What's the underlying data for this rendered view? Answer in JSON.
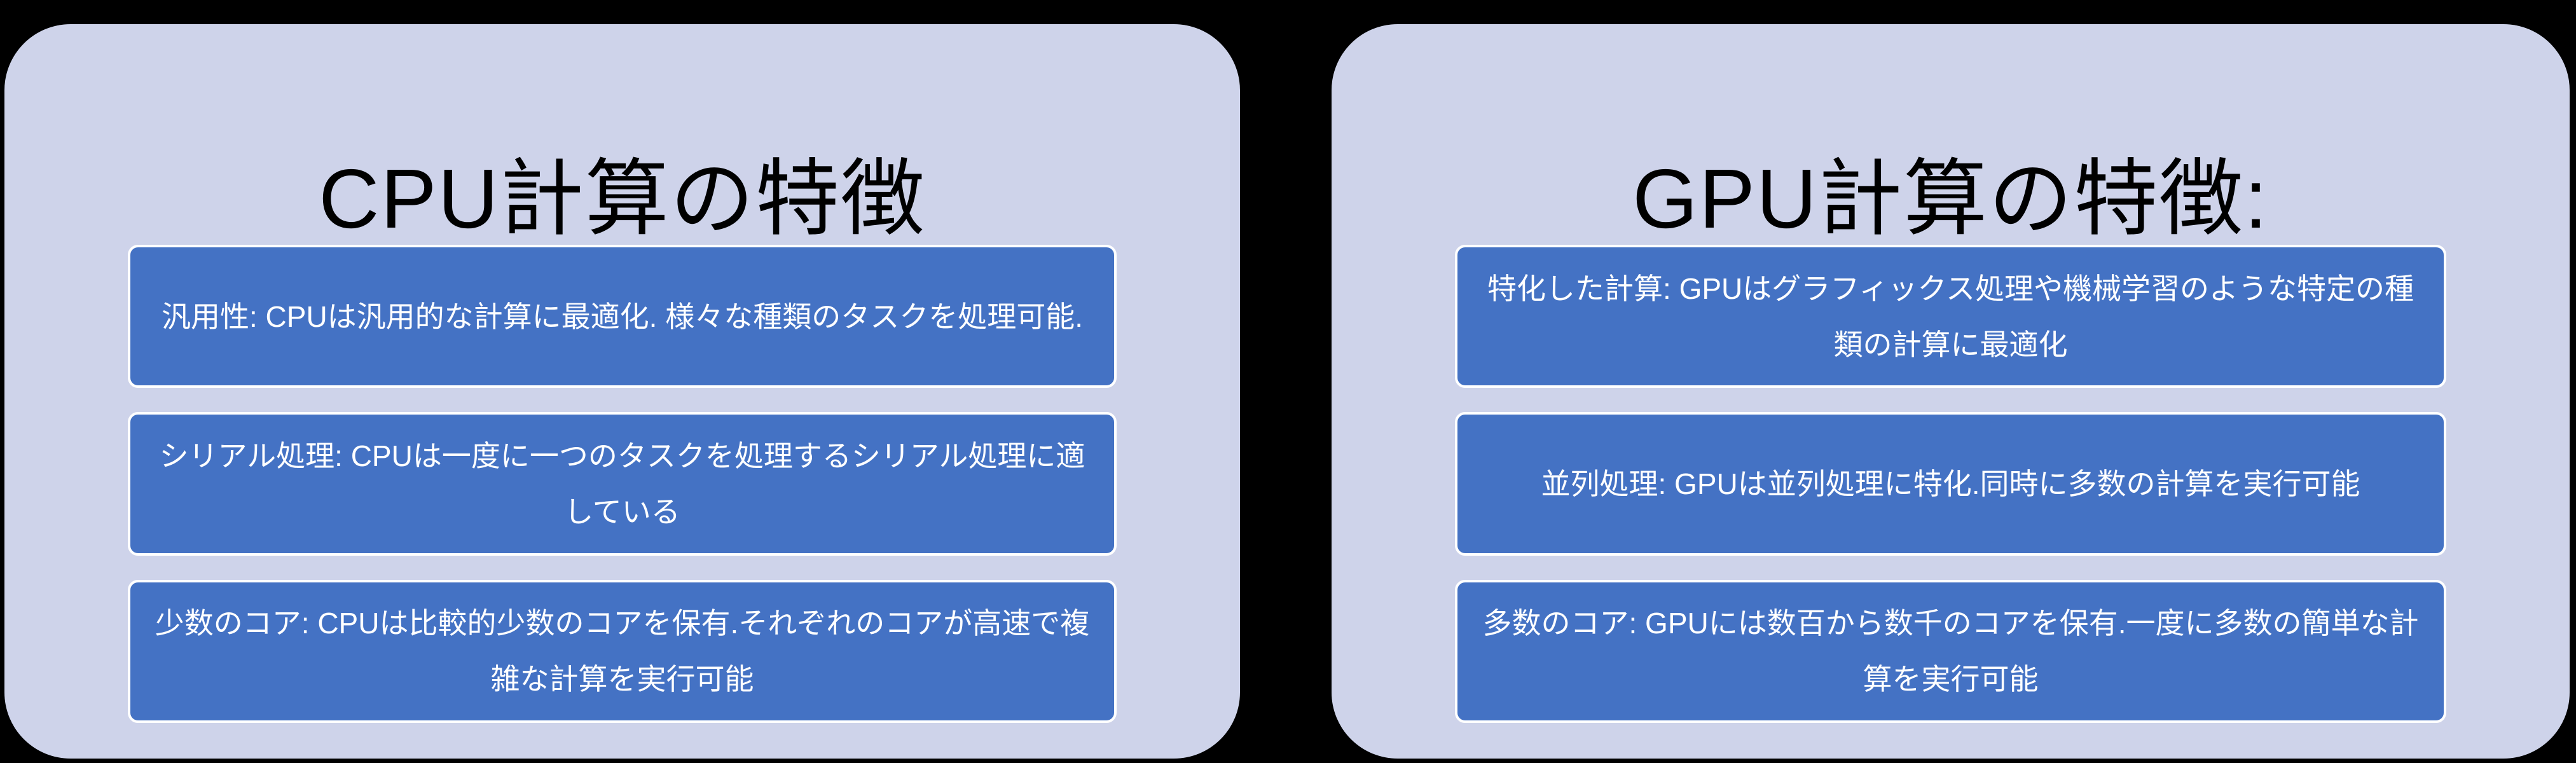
{
  "slide": {
    "background_color": "#000000",
    "panel_color": "#ced3ea",
    "box_color": "#4472c4",
    "box_border_color": "#ffffff",
    "title_color": "#000000",
    "box_text_color": "#ffffff"
  },
  "panels": [
    {
      "id": "cpu",
      "title": "CPU計算の特徴",
      "bullets": [
        "汎用性: CPUは汎用的な計算に最適化. 様々な種類のタスクを処理可能.",
        "シリアル処理: CPUは一度に一つのタスクを処理するシリアル処理に適している",
        "少数のコア: CPUは比較的少数のコアを保有.それぞれのコアが高速で複雑な計算を実行可能"
      ]
    },
    {
      "id": "gpu",
      "title": "GPU計算の特徴:",
      "bullets": [
        "特化した計算: GPUはグラフィックス処理や機械学習のような特定の種類の計算に最適化",
        "並列処理: GPUは並列処理に特化.同時に多数の計算を実行可能",
        "多数のコア: GPUには数百から数千のコアを保有.一度に多数の簡単な計算を実行可能"
      ]
    }
  ]
}
